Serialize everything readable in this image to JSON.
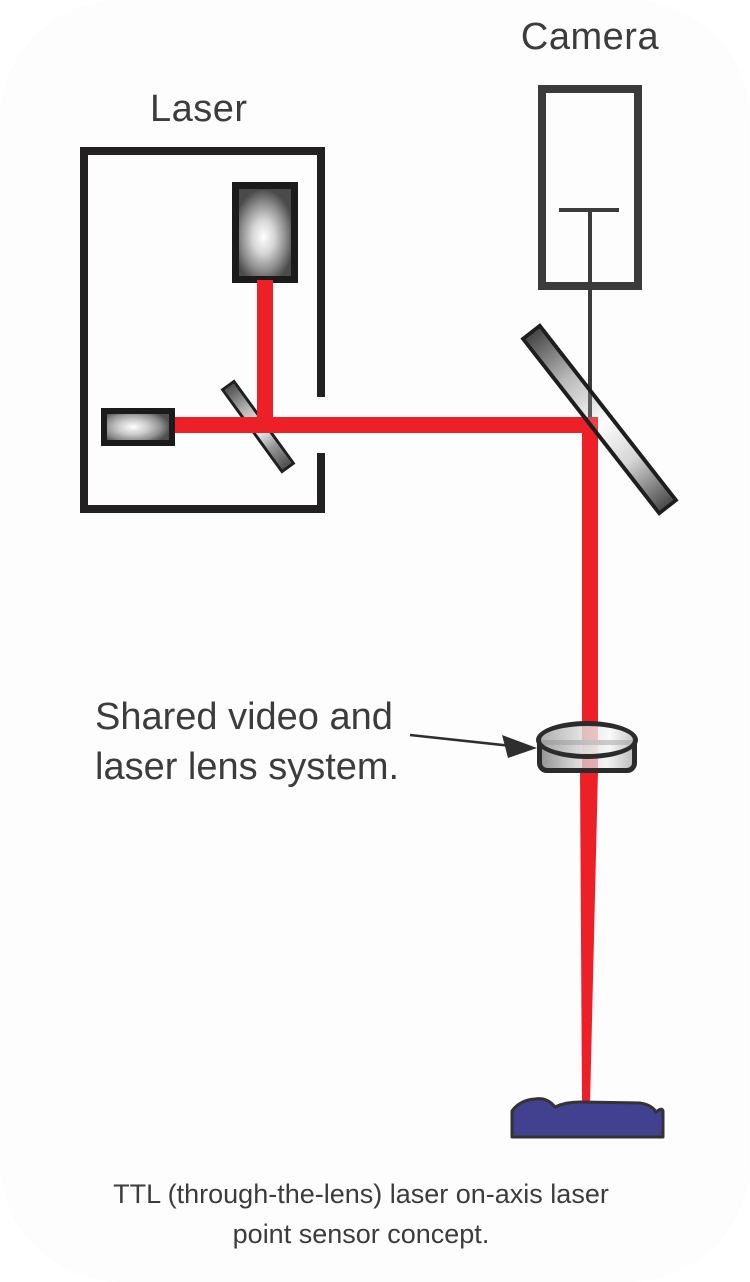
{
  "labels": {
    "laser": "Laser",
    "camera": "Camera"
  },
  "annotation": {
    "line1": "Shared video and",
    "line2": "laser lens system."
  },
  "caption": {
    "line1": "TTL (through-the-lens) laser on-axis laser",
    "line2": "point sensor concept."
  },
  "colors": {
    "beam_red": "#ED2027",
    "box_stroke": "#232021",
    "camera_stroke": "#3B3B3B",
    "text": "#3C3C3C",
    "target_blue": "#41418F",
    "mirror_border": "#1F1F1F",
    "lens_stroke": "#2B2B2B"
  }
}
